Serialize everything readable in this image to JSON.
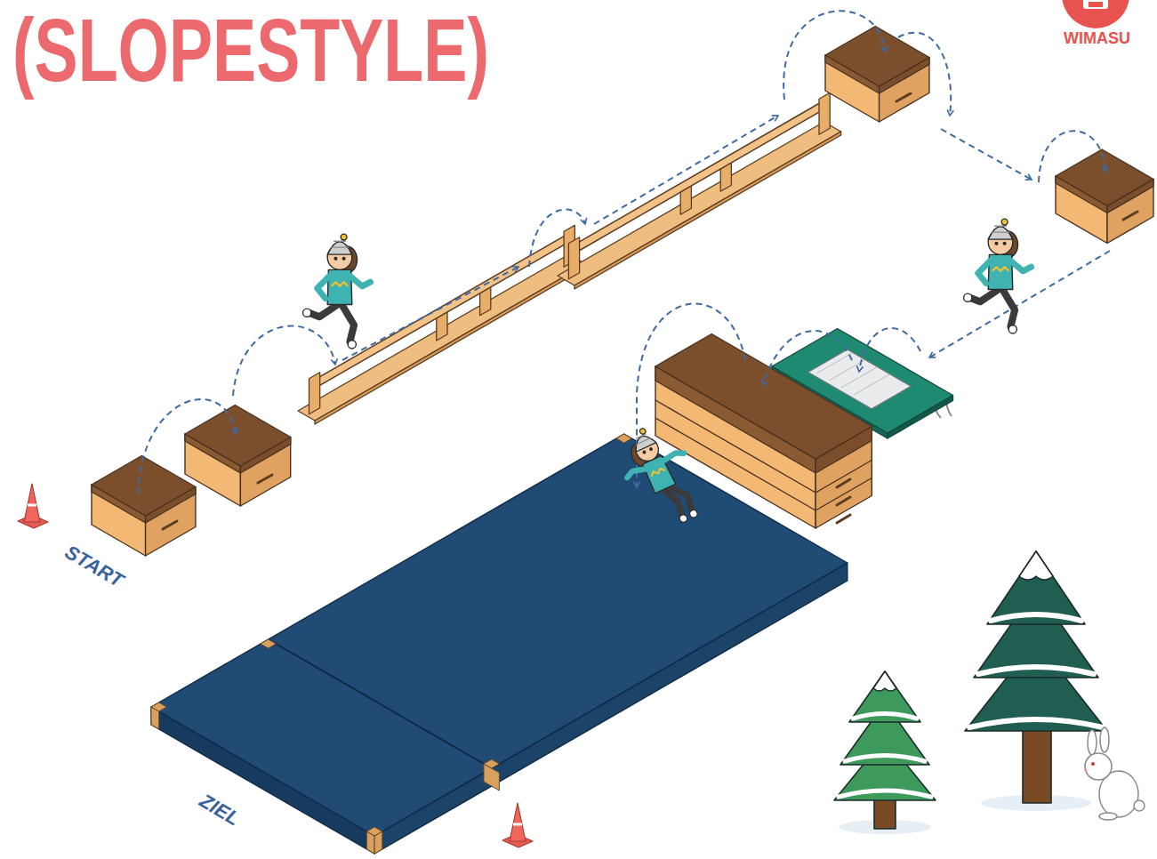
{
  "diagram": {
    "title": "(SLOPESTYLE)",
    "labels": [
      "START",
      "ZIEL",
      "WIMASU"
    ]
  }
}
